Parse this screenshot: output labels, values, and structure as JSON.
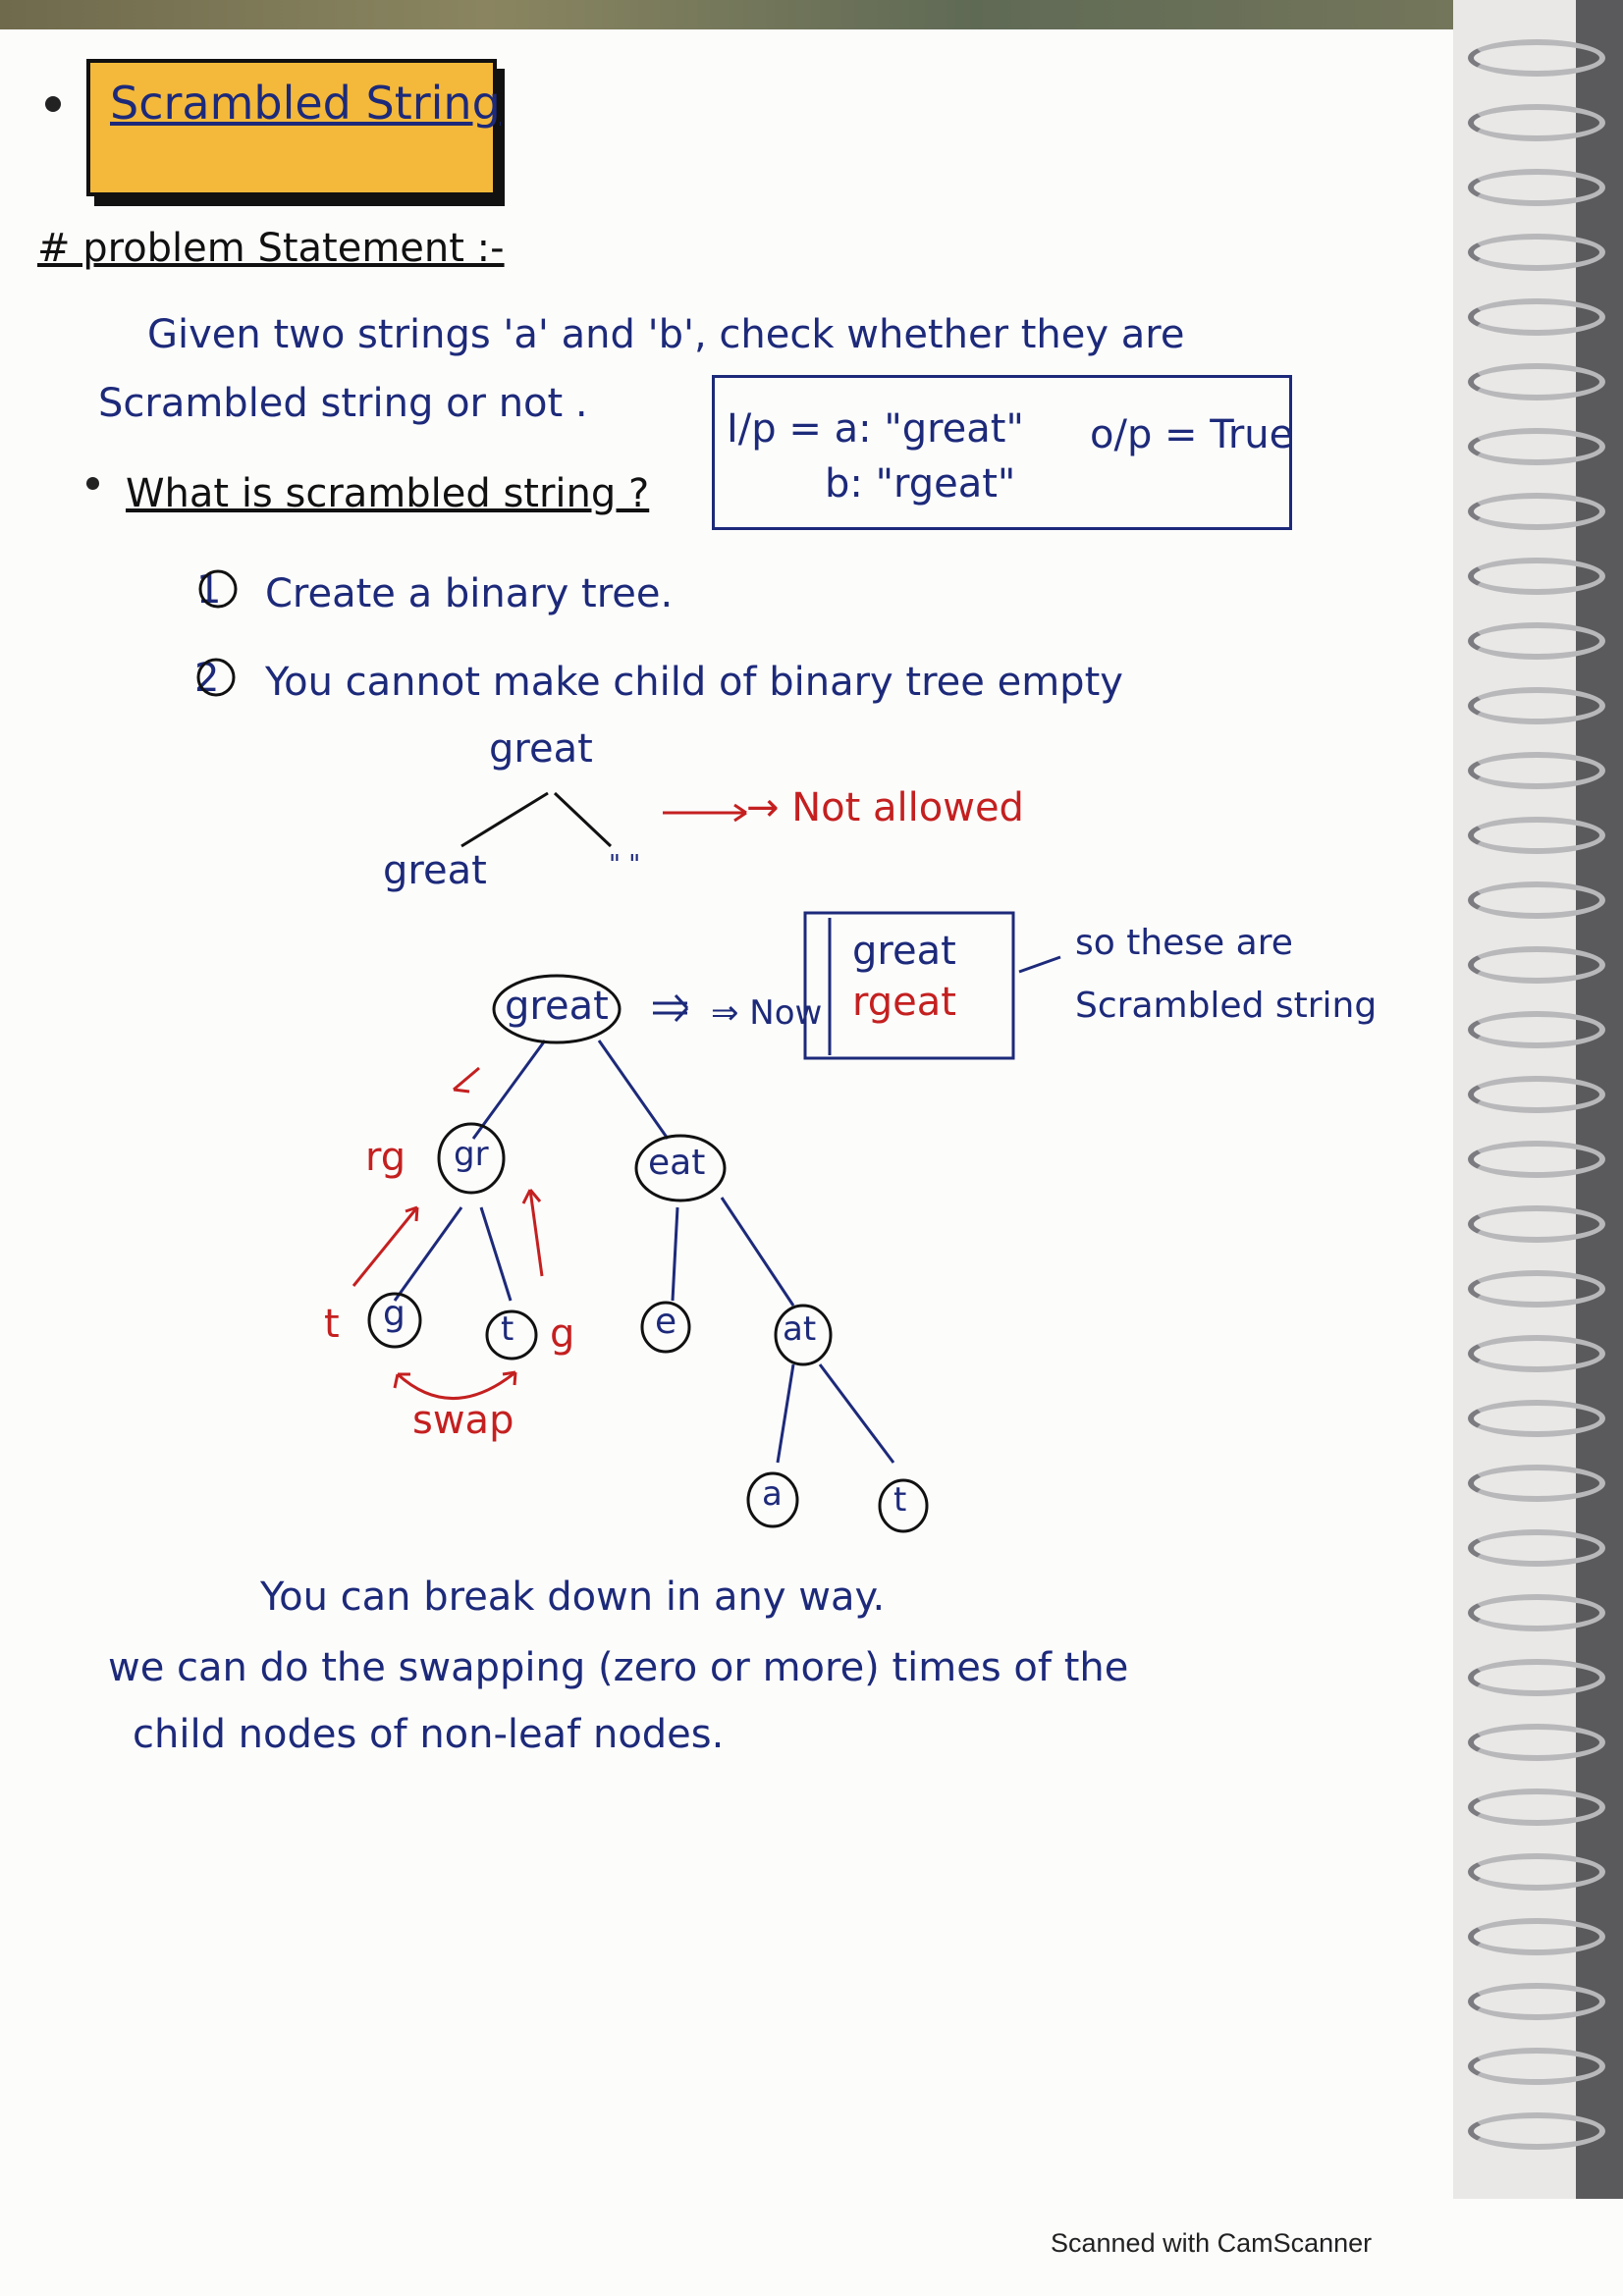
{
  "title": "Scrambled String",
  "problem_heading": "# problem Statement :-",
  "statement_line1": "Given two strings 'a' and 'b', check whether they are",
  "statement_line2": "Scrambled string or not .",
  "example": {
    "input_a": "I/p = a: \"great\"",
    "input_b": "b: \"rgeat\"",
    "output": "o/p = True"
  },
  "question": "What is scrambled string ?",
  "rules": [
    {
      "num": "1",
      "text": "Create a binary tree."
    },
    {
      "num": "2",
      "text": "You cannot make child of binary tree empty"
    }
  ],
  "invalid_example": {
    "root": "great",
    "left": "great",
    "right": "\" \"",
    "note": "→ Not allowed"
  },
  "tree": {
    "root": "great",
    "left": "gr",
    "right": "eat",
    "ll": "g",
    "lr": "t",
    "rl": "e",
    "rr": "at",
    "rrl": "a",
    "rrr": "t",
    "left_annot": "rg",
    "ll_annot": "t",
    "lr_annot": "g",
    "swap_label": "swap"
  },
  "now_label": "⇒ Now",
  "now_box": {
    "top": "great",
    "bottom": "rgeat"
  },
  "conclusion": {
    "line1": "so these are",
    "line2": "Scrambled string"
  },
  "closing": [
    "You can break down in any way.",
    "we can do the swapping (zero or more) times of the",
    "child nodes of non-leaf nodes."
  ],
  "footer": "Scanned with CamScanner"
}
